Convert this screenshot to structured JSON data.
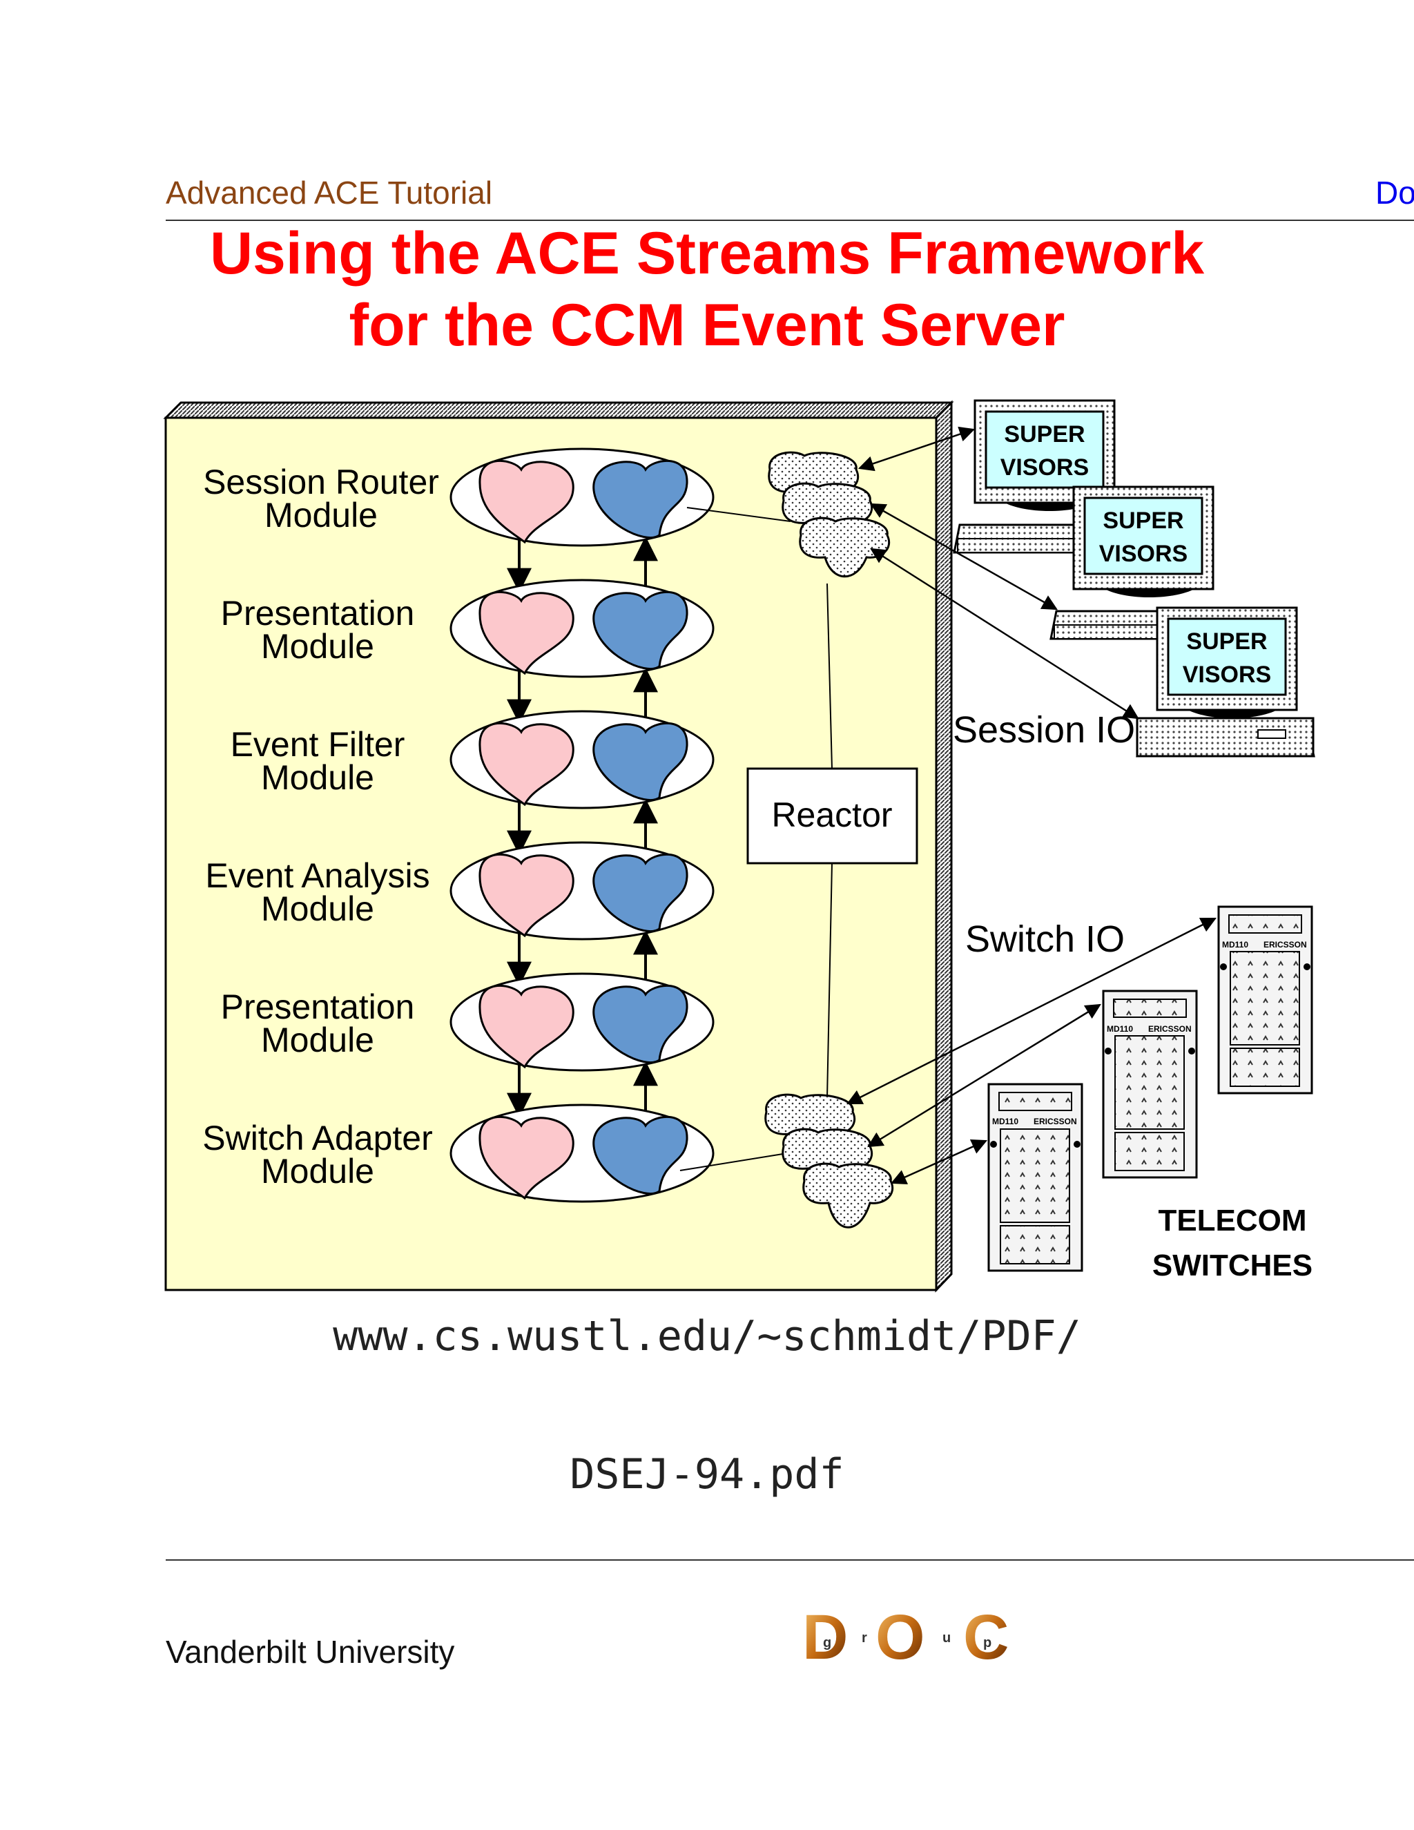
{
  "header": {
    "left": "Advanced ACE Tutorial",
    "right": "Do"
  },
  "title": {
    "line1": "Using the ACE Streams Framework",
    "line2": "for the CCM Event Server"
  },
  "modules": [
    {
      "line1": "Session Router",
      "line2": "Module"
    },
    {
      "line1": "Presentation",
      "line2": "Module"
    },
    {
      "line1": "Event Filter",
      "line2": "Module"
    },
    {
      "line1": "Event Analysis",
      "line2": "Module"
    },
    {
      "line1": "Presentation",
      "line2": "Module"
    },
    {
      "line1": "Switch Adapter",
      "line2": "Module"
    }
  ],
  "reactor_label": "Reactor",
  "session_io_label": "Session IO",
  "switch_io_label": "Switch IO",
  "supervisors": [
    {
      "line1": "SUPER",
      "line2": "VISORS"
    },
    {
      "line1": "SUPER",
      "line2": "VISORS"
    },
    {
      "line1": "SUPER",
      "line2": "VISORS"
    }
  ],
  "switches": [
    {
      "model": "MD110",
      "brand": "ERICSSON"
    },
    {
      "model": "MD110",
      "brand": "ERICSSON"
    },
    {
      "model": "MD110",
      "brand": "ERICSSON"
    }
  ],
  "telecom": {
    "line1": "TELECOM",
    "line2": "SWITCHES"
  },
  "url": "www.cs.wustl.edu/~schmidt/PDF/",
  "pdf": "DSEJ-94.pdf",
  "footer": {
    "left": "Vanderbilt University"
  },
  "logo": {
    "letters": [
      "D",
      "O",
      "C"
    ],
    "small": [
      "g",
      "r",
      "u",
      "p"
    ]
  },
  "colors": {
    "header_left": "#8B4513",
    "header_right": "#0000EE",
    "title": "#FF0000",
    "panel": "#FFFFCC",
    "pink_task": "#FCC8CC",
    "blue_task": "#6497CF",
    "monitor_screen": "#CCFFFF"
  }
}
